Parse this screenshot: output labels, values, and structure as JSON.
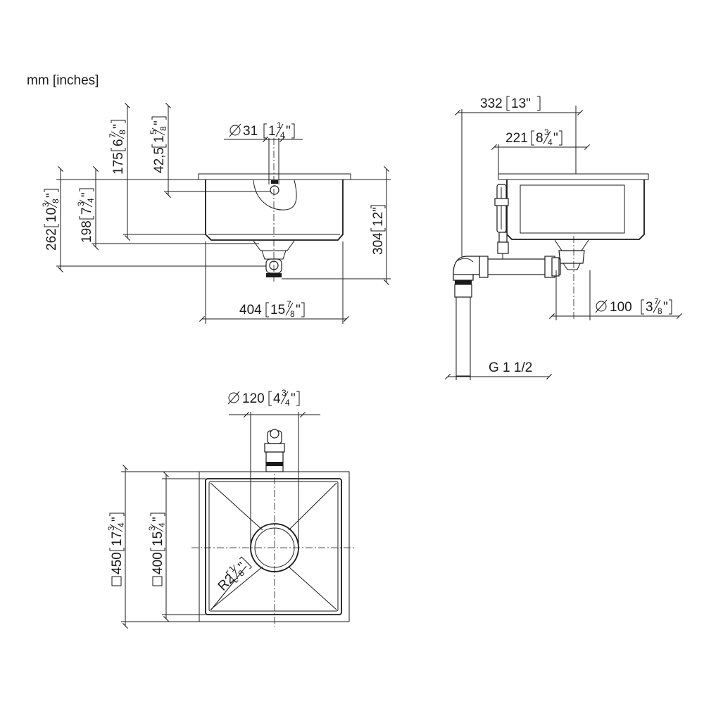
{
  "units_label": "mm [inches]",
  "front_view": {
    "dia_overflow": "31",
    "dia_overflow_in_whole": "1",
    "dia_overflow_in_num": "1",
    "dia_overflow_in_den": "4",
    "depth_175": "175",
    "depth_175_in_whole": "6",
    "depth_175_in_num": "7",
    "depth_175_in_den": "8",
    "depth_42": "42,5",
    "depth_42_in_whole": "1",
    "depth_42_in_num": "5",
    "depth_42_in_den": "8",
    "height_262": "262",
    "height_262_in_whole": "10",
    "height_262_in_num": "3",
    "height_262_in_den": "8",
    "height_198": "198",
    "height_198_in_whole": "7",
    "height_198_in_num": "3",
    "height_198_in_den": "4",
    "height_304": "304",
    "height_304_in": "12\"",
    "width_404": "404",
    "width_404_in_whole": "15",
    "width_404_in_num": "7",
    "width_404_in_den": "8"
  },
  "side_view": {
    "depth_332": "332",
    "depth_332_in": "13\"",
    "depth_221": "221",
    "depth_221_in_whole": "8",
    "depth_221_in_num": "3",
    "depth_221_in_den": "4",
    "dia_100": "100",
    "dia_100_in_whole": "3",
    "dia_100_in_num": "7",
    "dia_100_in_den": "8",
    "thread": "G 1 1/2"
  },
  "top_view": {
    "dia_120": "120",
    "dia_120_in_whole": "4",
    "dia_120_in_num": "3",
    "dia_120_in_den": "4",
    "outer_450": "450",
    "outer_450_in_whole": "17",
    "outer_450_in_num": "3",
    "outer_450_in_den": "4",
    "inner_400": "400",
    "inner_400_in_whole": "15",
    "inner_400_in_num": "3",
    "inner_400_in_den": "4",
    "radius": "R2",
    "radius_in_num": "1",
    "radius_in_den": "8"
  }
}
